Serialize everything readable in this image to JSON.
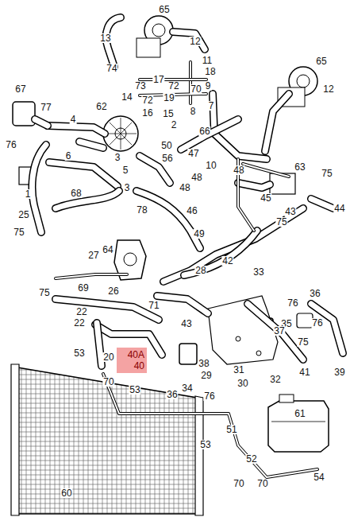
{
  "diagram": {
    "nodes": [
      {
        "text": [
          "40A",
          "40"
        ]
      }
    ],
    "labels": [
      "65",
      "13",
      "12",
      "11",
      "65",
      "74",
      "18",
      "17",
      "73",
      "72",
      "70",
      "9",
      "12",
      "67",
      "14",
      "72",
      "19",
      "62",
      "77",
      "7",
      "8",
      "16",
      "15",
      "2",
      "4",
      "3",
      "66",
      "76",
      "50",
      "6",
      "47",
      "10",
      "56",
      "5",
      "48",
      "63",
      "75",
      "48",
      "48",
      "3",
      "1",
      "68",
      "45",
      "78",
      "46",
      "43",
      "44",
      "25",
      "75",
      "75",
      "49",
      "27",
      "64",
      "42",
      "28",
      "33",
      "75",
      "26",
      "69",
      "36",
      "76",
      "22",
      "71",
      "22",
      "43",
      "35",
      "76",
      "37",
      "75",
      "53",
      "20",
      "38",
      "41",
      "31",
      "39",
      "29",
      "70",
      "32",
      "30",
      "53",
      "34",
      "36",
      "76",
      "61",
      "51",
      "53",
      "52",
      "70",
      "70",
      "54",
      "60"
    ]
  }
}
